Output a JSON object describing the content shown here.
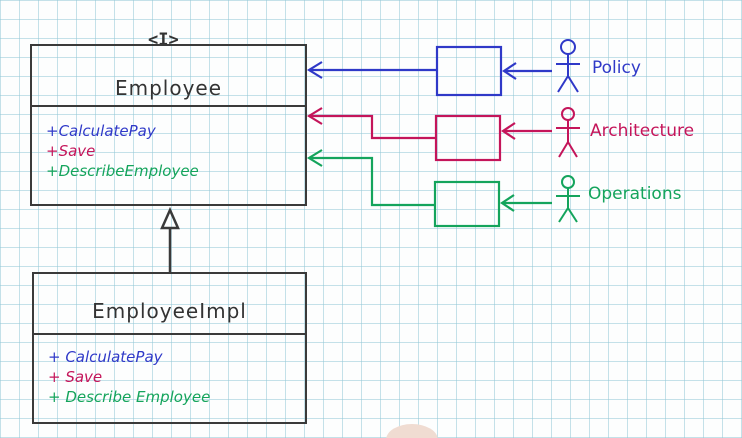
{
  "interface": {
    "stereotype": "<I>",
    "name": "Employee",
    "methods": [
      {
        "label": "+CalculatePay",
        "color": "#2f39c8"
      },
      {
        "label": "+Save",
        "color": "#c4155a"
      },
      {
        "label": "+DescribeEmployee",
        "color": "#14a45c"
      }
    ]
  },
  "implementation": {
    "name": "EmployeeImpl",
    "methods": [
      {
        "label": "+ CalculatePay",
        "color": "#2f39c8"
      },
      {
        "label": "+ Save",
        "color": "#c4155a"
      },
      {
        "label": "+ Describe Employee",
        "color": "#14a45c"
      }
    ]
  },
  "actors": [
    {
      "label": "Policy",
      "color": "#2f39c8"
    },
    {
      "label": "Architecture",
      "color": "#c4155a"
    },
    {
      "label": "Operations",
      "color": "#14a45c"
    }
  ],
  "colors": {
    "outline": "#3a3a3a",
    "blue": "#2f39c8",
    "red": "#c4155a",
    "green": "#14a45c"
  }
}
